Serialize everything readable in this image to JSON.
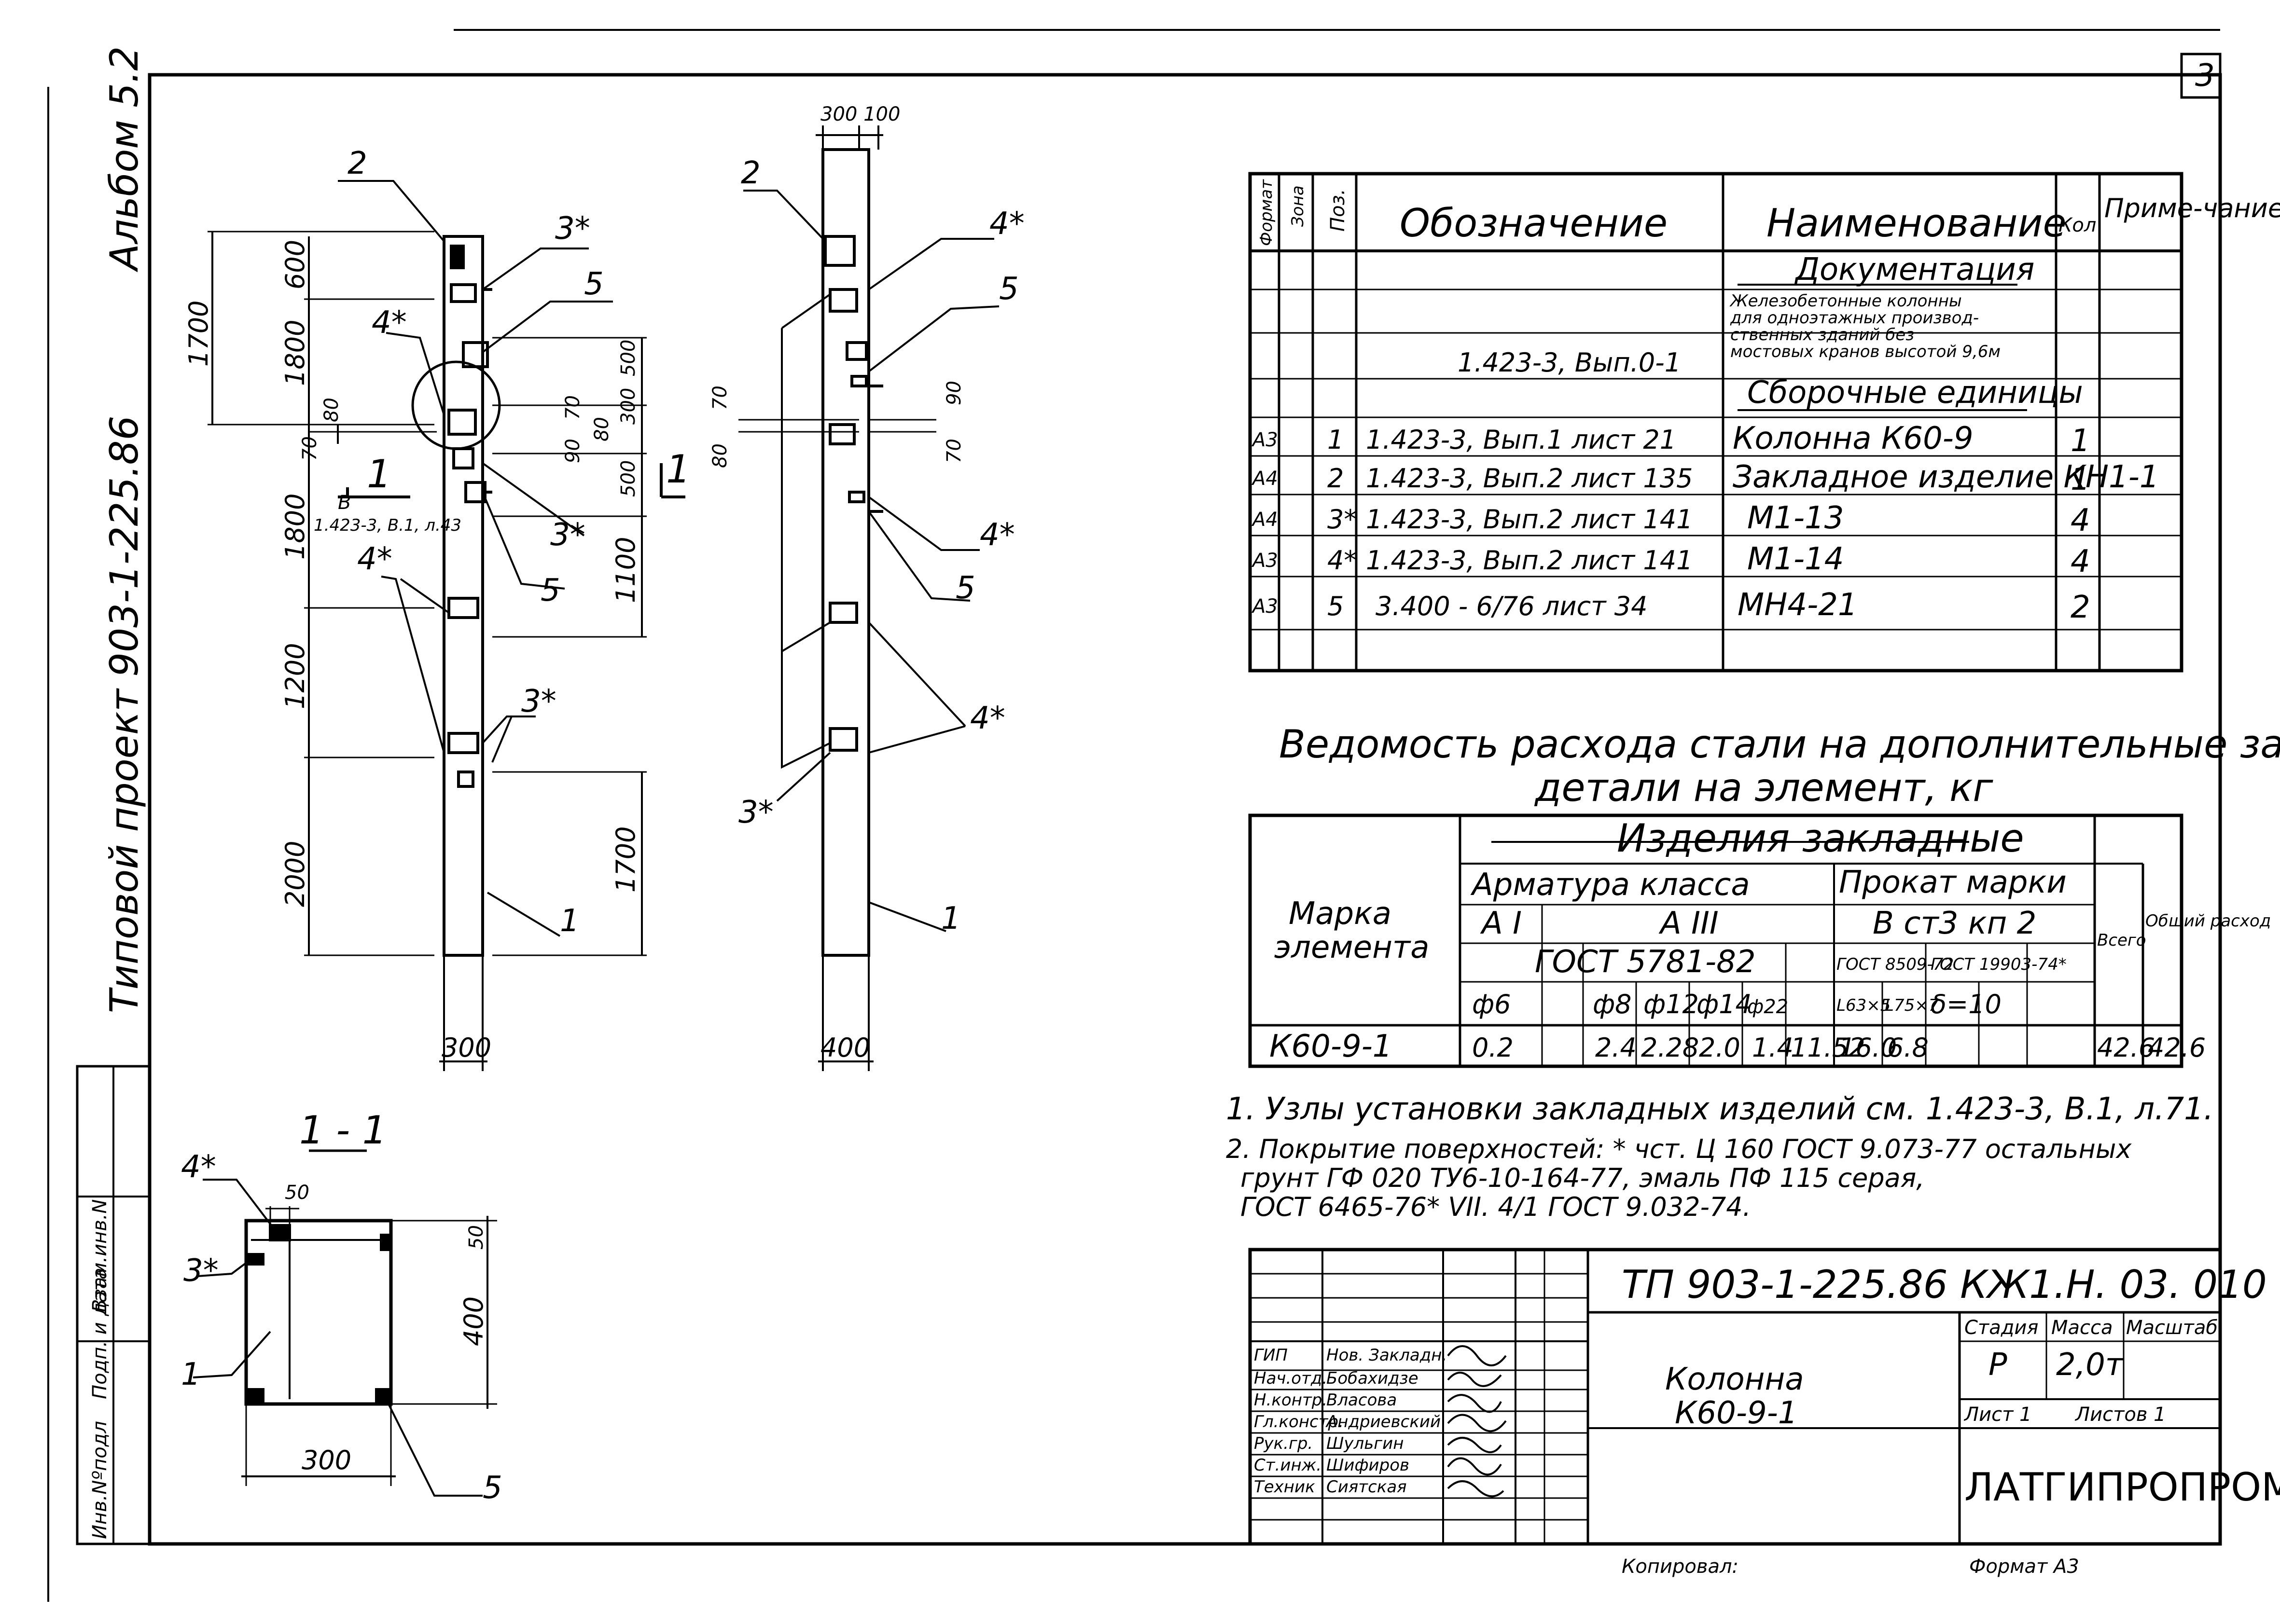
{
  "sheet_number": "3",
  "left_margin": {
    "album": "Альбом 5.2",
    "project": "Типовой проект 903-1-225.86",
    "stamp_cells": [
      "Инв.Nºподл",
      "Подп. и дата",
      "Взам.инв.N"
    ]
  },
  "column_drawing_1": {
    "callouts": [
      "2",
      "3*",
      "5",
      "4*",
      "3*",
      "5",
      "4*",
      "3*",
      "1"
    ],
    "dims_left": [
      "1700",
      "600",
      "1800",
      "80",
      "70",
      "1800",
      "1200",
      "2000"
    ],
    "dims_right": [
      "500",
      "300",
      "70",
      "90",
      "80",
      "500",
      "1100",
      "1700"
    ],
    "section_mark": "1",
    "node_label": "В",
    "node_ref": "1.423-3, В.1, л.43",
    "width": "300"
  },
  "column_drawing_2": {
    "top_dims": "300 100",
    "callouts": [
      "2",
      "4*",
      "5",
      "4*",
      "5",
      "4*",
      "3*",
      "1"
    ],
    "dims": [
      "70",
      "80",
      "90",
      "70"
    ],
    "section_mark": "1",
    "width": "400"
  },
  "section_1_1": {
    "title": "1 - 1",
    "callouts": [
      "4*",
      "3*",
      "1",
      "5"
    ],
    "dims": [
      "50",
      "50",
      "400",
      "300"
    ]
  },
  "spec_table": {
    "headers": [
      "Формат",
      "Зона",
      "Поз.",
      "Обозначение",
      "Наименование",
      "Кол",
      "Приме-чание"
    ],
    "section_doc": "Документация",
    "doc_row": {
      "designation": "1.423-3, Вып.0-1",
      "name_lines": [
        "Железобетонные колонны",
        "для одноэтажных производ-",
        "ственных зданий без",
        "мостовых кранов высотой 9,6м"
      ]
    },
    "section_asm": "Сборочные единицы",
    "rows": [
      {
        "format": "А3",
        "pos": "1",
        "designation": "1.423-3, Вып.1 лист 21",
        "name": "Колонна К60-9",
        "qty": "1"
      },
      {
        "format": "А4",
        "pos": "2",
        "designation": "1.423-3, Вып.2 лист 135",
        "name": "Закладное изделие КН1-1",
        "qty": "1"
      },
      {
        "format": "А4",
        "pos": "3*",
        "designation": "1.423-3, Вып.2 лист 141",
        "name": "М1-13",
        "qty": "4"
      },
      {
        "format": "А3",
        "pos": "4*",
        "designation": "1.423-3, Вып.2 лист 141",
        "name": "М1-14",
        "qty": "4"
      },
      {
        "format": "А3",
        "pos": "5",
        "designation": "3.400 - 6/76 лист 34",
        "name": "МН4-21",
        "qty": "2"
      }
    ]
  },
  "steel_title": [
    "Ведомость расхода стали на дополнительные закладные",
    "детали на элемент, кг"
  ],
  "steel_table": {
    "col_element": [
      "Марка",
      "элемента"
    ],
    "group": "Изделия закладные",
    "sub_rebar": "Арматура класса",
    "sub_rolled": "Прокат марки",
    "class_a1": "А I",
    "class_a3": "А III",
    "steel_grade": "В ст3 кп 2",
    "gost_rebar": "ГОСТ 5781-82",
    "gost_r1": "ГОСТ 8509-72",
    "gost_r2": "ГОСТ 19903-74*",
    "profile_r1a": "L63×5",
    "profile_r1b": "L75×7",
    "profile_r2": "δ=10",
    "col_total": "Всего",
    "col_overall": "Общий расход",
    "diameters": [
      "ф6",
      "",
      "ф8",
      "ф12",
      "ф14",
      "ф22"
    ],
    "row": {
      "element": "К60-9-1",
      "values": [
        "0.2",
        "",
        "2.4",
        "2.28",
        "2.0",
        "1.4",
        "11.52",
        "16.0",
        "6.8",
        ""
      ],
      "total": "42.6",
      "overall": "42.6"
    }
  },
  "notes": [
    "1. Узлы установки закладных изделий см. 1.423-3, В.1, л.71.",
    "2. Покрытие поверхностей: * чст. Ц 160 ГОСТ 9.073-77 остальных",
    "грунт ГФ 020 ТУ6-10-164-77, эмаль ПФ 115 серая,",
    "ГОСТ 6465-76* VII. 4/1 ГОСТ 9.032-74."
  ],
  "title_block": {
    "code": "ТП 903-1-225.86   КЖ1.Н. 03. 010",
    "name": [
      "Колонна",
      "К60-9-1"
    ],
    "stage_label": "Стадия",
    "mass_label": "Масса",
    "scale_label": "Масштаб",
    "stage": "Р",
    "mass": "2,0т",
    "sheet_label": "Лист 1",
    "sheets_label": "Листов 1",
    "org": "ЛАТГИПРОПРОМ",
    "roles": [
      {
        "role": "ГИП",
        "name": "Нов. Закладн."
      },
      {
        "role": "Нач.отд.",
        "name": "Бобахидзе"
      },
      {
        "role": "Н.контр.",
        "name": "Власова"
      },
      {
        "role": "Гл.констр.",
        "name": "Андриевский"
      },
      {
        "role": "Рук.гр.",
        "name": "Шульгин"
      },
      {
        "role": "Ст.инж.",
        "name": "Шифиров"
      },
      {
        "role": "Техник",
        "name": "Сиятская"
      }
    ],
    "copied": "Копировал:",
    "format": "Формат А3"
  }
}
